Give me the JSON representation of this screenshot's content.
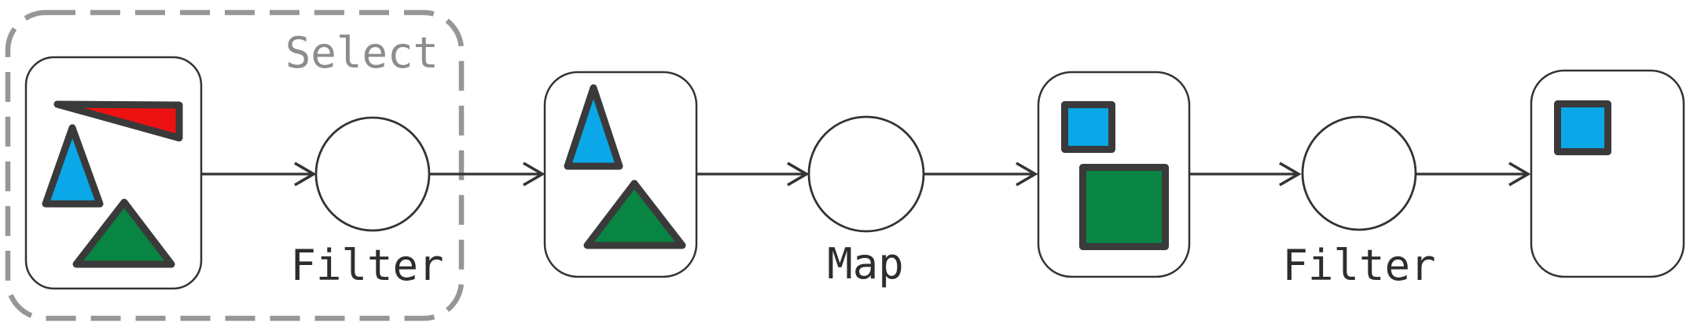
{
  "diagram": {
    "group_label": "Select",
    "operators": [
      {
        "id": "filter-1",
        "label": "Filter"
      },
      {
        "id": "map-1",
        "label": "Map"
      },
      {
        "id": "filter-2",
        "label": "Filter"
      }
    ],
    "stages": [
      {
        "name": "input-collection",
        "items": [
          "red-triangle",
          "blue-triangle",
          "green-triangle"
        ]
      },
      {
        "name": "after-select-filter",
        "items": [
          "blue-triangle",
          "green-triangle"
        ]
      },
      {
        "name": "after-map",
        "items": [
          "blue-square",
          "green-square"
        ]
      },
      {
        "name": "after-filter",
        "items": [
          "blue-square"
        ]
      }
    ]
  },
  "colors": {
    "red": "#ee1111",
    "blue": "#0aa8e8",
    "green": "#088542",
    "shape_outline": "#3a3a3a",
    "line": "#333333",
    "dash_gray": "#969696",
    "label_gray": "#8c8c8c",
    "label_dark": "#2d2d2d"
  }
}
